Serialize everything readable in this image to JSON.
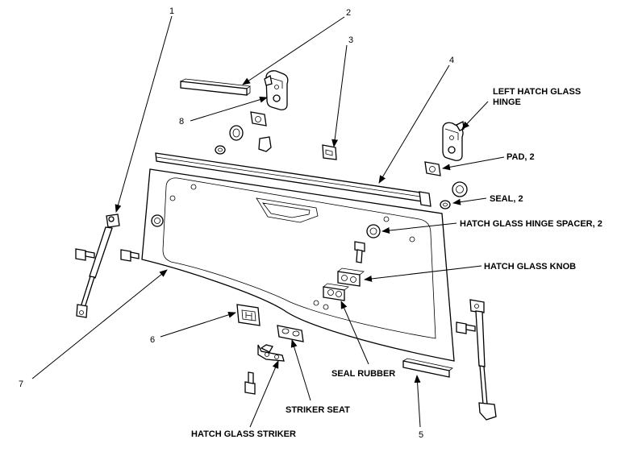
{
  "labels": {
    "n1": "1",
    "n2": "2",
    "n3": "3",
    "n4": "4",
    "n5": "5",
    "n6": "6",
    "n7": "7",
    "n8": "8",
    "left_hinge_line1": "LEFT HATCH GLASS",
    "left_hinge_line2": "HINGE",
    "pad": "PAD, 2",
    "seal": "SEAL, 2",
    "spacer": "HATCH GLASS HINGE SPACER, 2",
    "knob": "HATCH GLASS KNOB",
    "seal_rubber": "SEAL RUBBER",
    "striker_seat": "STRIKER SEAT",
    "striker": "HATCH GLASS STRIKER"
  }
}
